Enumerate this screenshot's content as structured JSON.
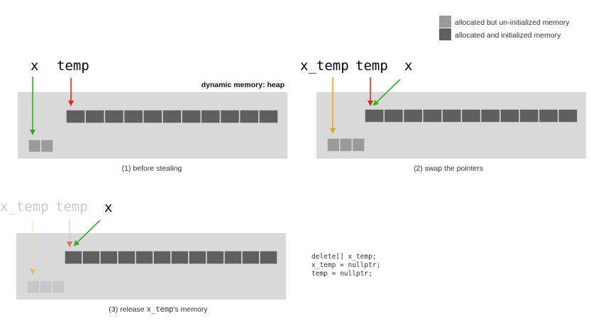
{
  "legend": {
    "uninitialized_label": "allocated but un-initialized memory",
    "initialized_label": "allocated and initialized memory",
    "uninitialized_color": "#9a9a9a",
    "initialized_color": "#5f5f5f"
  },
  "heap_label": "dynamic memory: heap",
  "colors": {
    "heap_bg": "#d9d9d9",
    "arrow_x": "#2ab21a",
    "arrow_temp": "#e8261b",
    "arrow_x_temp": "#f2a21a"
  },
  "panel1": {
    "var_x": "x",
    "var_temp": "temp",
    "caption": "(1) before stealing",
    "small_cells": 2,
    "large_cells": 11
  },
  "panel2": {
    "var_x_temp": "x_temp",
    "var_temp": "temp",
    "var_x": "x",
    "caption": "(2) swap the pointers",
    "small_cells": 3,
    "large_cells": 11
  },
  "panel3": {
    "var_x_temp": "x_temp",
    "var_temp": "temp",
    "var_x": "x",
    "caption_prefix": "(3) release ",
    "caption_code": "x_temp",
    "caption_suffix": "'s memory",
    "small_cells": 3,
    "large_cells": 12
  },
  "code_lines": [
    "delete[] x_temp;",
    "x_temp = nullptr;",
    "temp = nullptr;"
  ]
}
